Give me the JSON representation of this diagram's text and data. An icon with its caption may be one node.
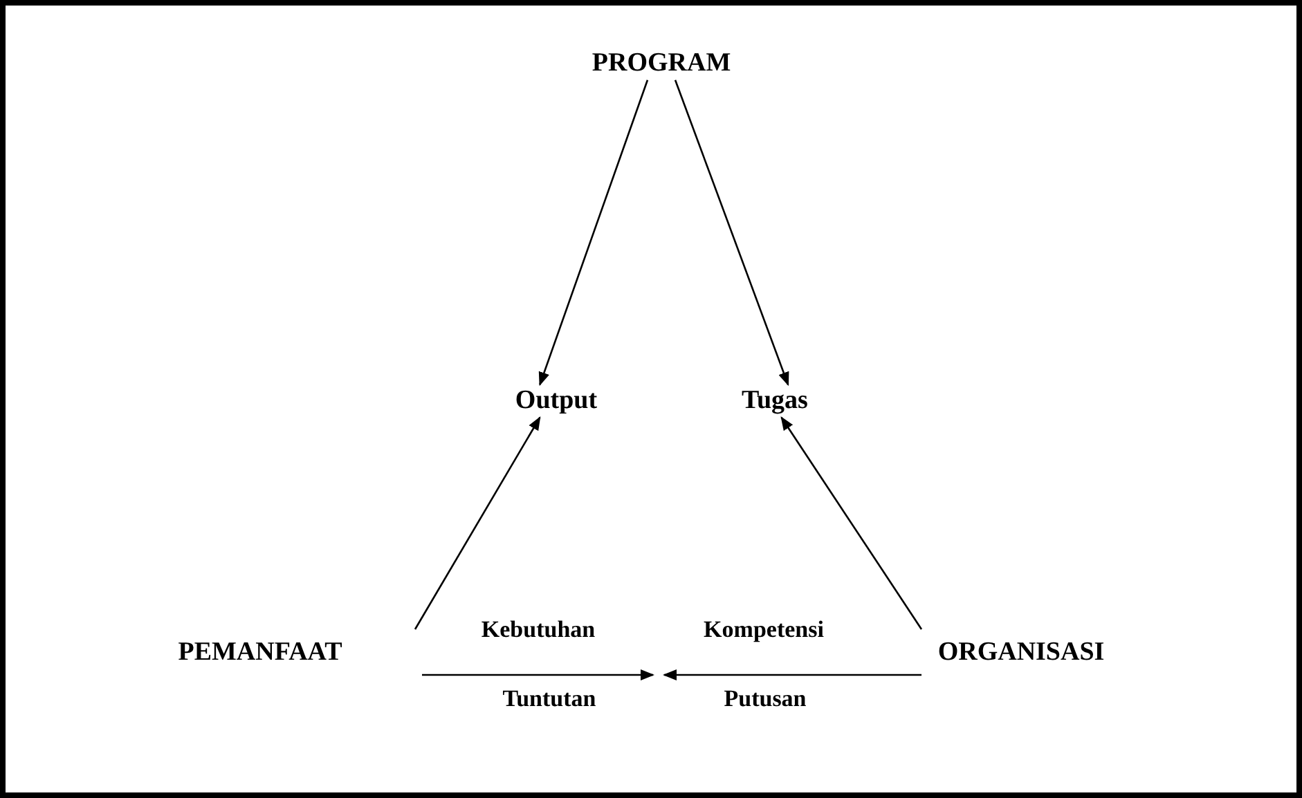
{
  "diagram": {
    "nodes": [
      {
        "text": [
          "PROGRAM"
        ]
      },
      {
        "text": [
          "Output"
        ]
      },
      {
        "text": [
          "Tugas"
        ]
      },
      {
        "text": [
          "PEMANFAAT"
        ]
      },
      {
        "text": [
          "ORGANISASI"
        ]
      }
    ],
    "edges": [
      {
        "from": 0,
        "to": 1,
        "arrow": "to"
      },
      {
        "from": 0,
        "to": 2,
        "arrow": "to"
      },
      {
        "from": 3,
        "to": 1,
        "arrow": "to"
      },
      {
        "from": 4,
        "to": 2,
        "arrow": "to"
      },
      {
        "from": 3,
        "to": null,
        "arrow": "to",
        "label": "Kebutuhan"
      },
      {
        "from": 4,
        "to": null,
        "arrow": "to",
        "label": "Kompetensi"
      }
    ],
    "labels": [
      "Tuntutan",
      "Putusan"
    ]
  }
}
